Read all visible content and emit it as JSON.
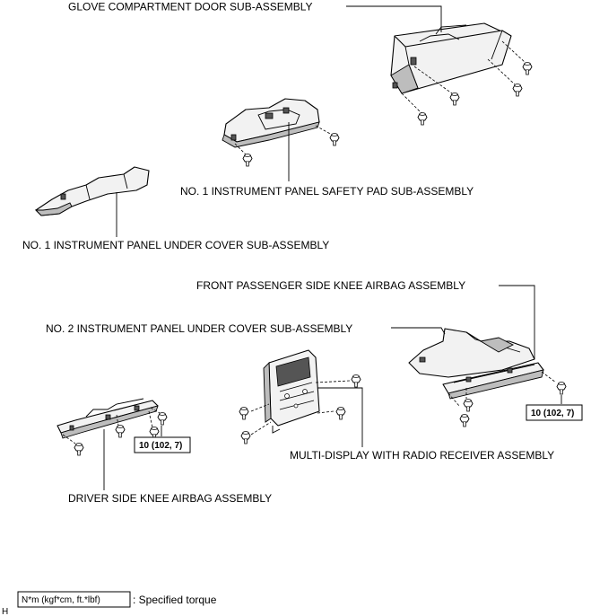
{
  "labels": {
    "glove": "GLOVE COMPARTMENT DOOR SUB-ASSEMBLY",
    "safety_pad": "NO. 1 INSTRUMENT PANEL SAFETY PAD SUB-ASSEMBLY",
    "under_cover_1": "NO. 1 INSTRUMENT PANEL UNDER COVER SUB-ASSEMBLY",
    "front_knee": "FRONT PASSENGER SIDE KNEE AIRBAG ASSEMBLY",
    "under_cover_2": "NO. 2 INSTRUMENT PANEL UNDER COVER SUB-ASSEMBLY",
    "multi_display": "MULTI-DISPLAY WITH RADIO RECEIVER ASSEMBLY",
    "driver_knee": "DRIVER SIDE KNEE AIRBAG ASSEMBLY"
  },
  "torque": {
    "driver": "10 (102, 7)",
    "passenger": "10 (102, 7)"
  },
  "legend": {
    "box": "N*m (kgf*cm, ft.*lbf)",
    "text": ": Specified torque"
  },
  "corner_mark": "H"
}
